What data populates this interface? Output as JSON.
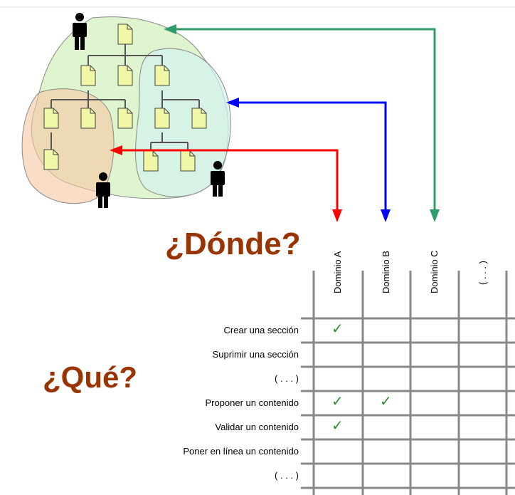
{
  "headings": {
    "where": "¿Dónde?",
    "what": "¿Qué?"
  },
  "domains": [
    "Dominio A",
    "Dominio B",
    "Dominio C",
    "( . . . )"
  ],
  "rows": [
    "Crear una sección",
    "Suprimir una sección",
    "( . . . )",
    "Proponer un contenido",
    "Validar un contenido",
    "Poner en línea un contenido",
    "( . . . )"
  ],
  "check_glyph": "✓",
  "checks": [
    {
      "row": 0,
      "col": 0
    },
    {
      "row": 3,
      "col": 0
    },
    {
      "row": 3,
      "col": 1
    },
    {
      "row": 4,
      "col": 0
    }
  ],
  "colors": {
    "heading": "#993300",
    "arrow_a": "#ff0000",
    "arrow_b": "#0000ff",
    "arrow_c": "#2e9c6a",
    "check": "#2e8b2e",
    "region_green": "#d8f3c8",
    "region_orange": "#f7c6a0",
    "region_cyan": "#d4f2ee",
    "page_fill": "#f0f8a8",
    "grid": "#888888"
  }
}
